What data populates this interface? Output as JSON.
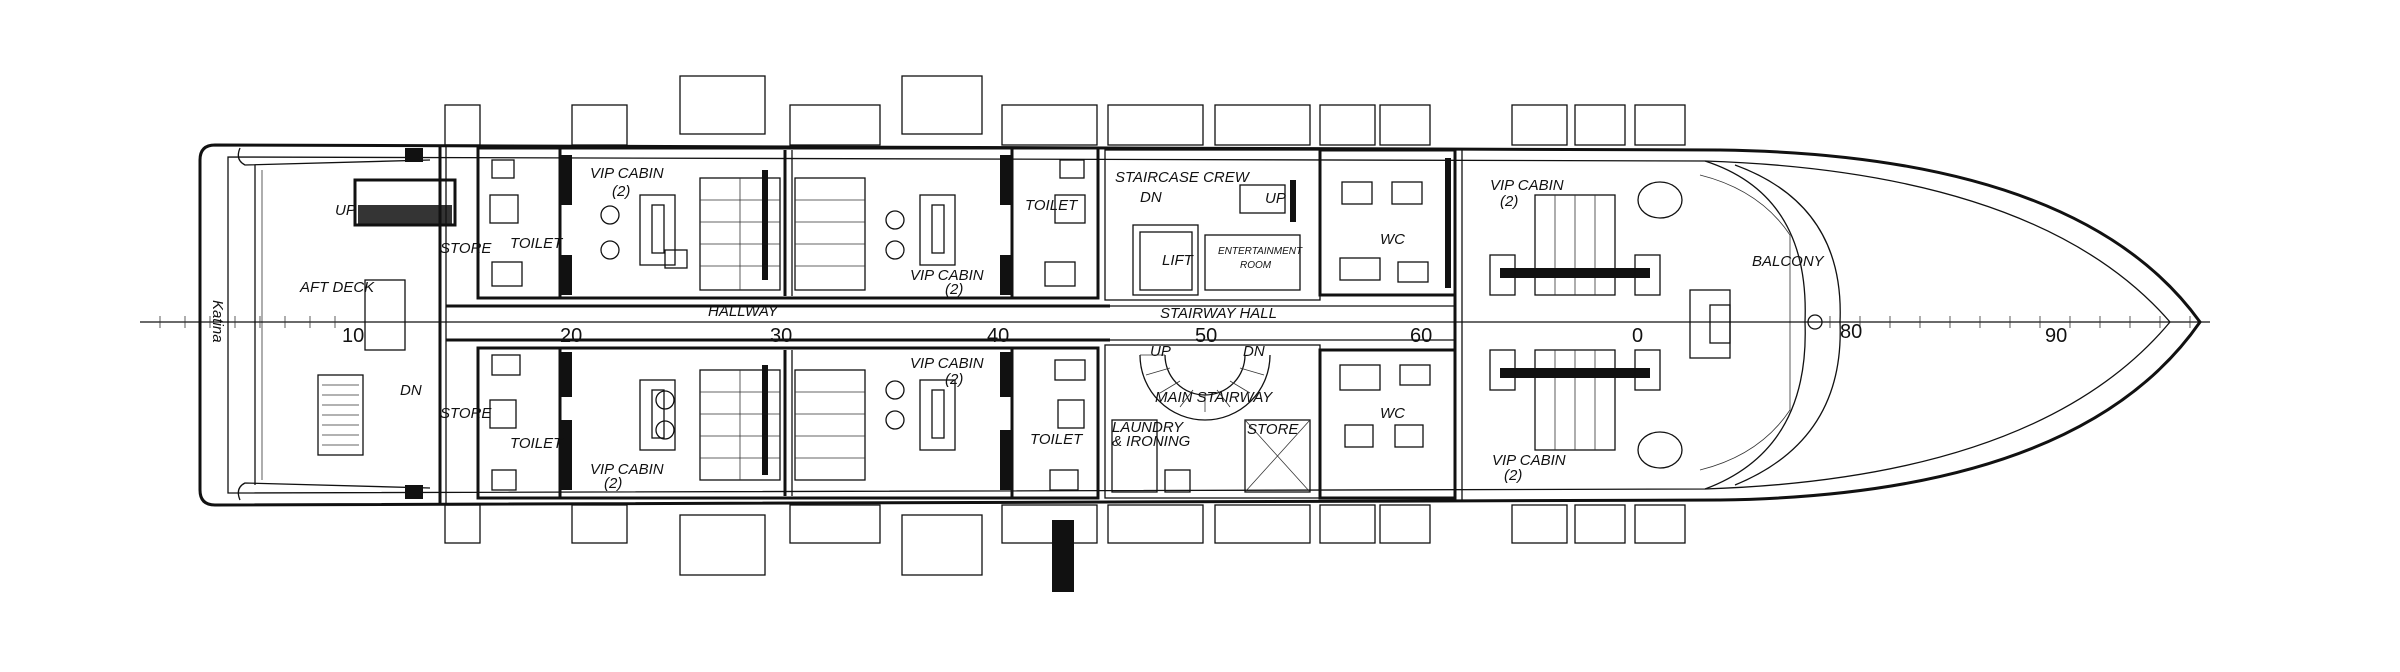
{
  "vessel": {
    "name": "Katina"
  },
  "axis": {
    "ticks": [
      "10",
      "20",
      "30",
      "40",
      "50",
      "60",
      "0",
      "80",
      "90"
    ]
  },
  "labels": {
    "up_aft": "UP",
    "dn_aft": "DN",
    "aft_deck": "AFT DECK",
    "store_top": "STORE",
    "store_bottom": "STORE",
    "toilet_1": "TOILET",
    "toilet_2": "TOILET",
    "toilet_3": "TOILET",
    "toilet_4": "TOILET",
    "vip_cabin": "VIP CABIN",
    "vip_count": "(2)",
    "hallway": "HALLWAY",
    "staircase_crew": "STAIRCASE CREW",
    "crew_dn": "DN",
    "crew_up": "UP",
    "lift": "LIFT",
    "entertainment": "ENTERTAINMENT",
    "room": "ROOM",
    "stairway_hall": "STAIRWAY HALL",
    "main_stairway": "MAIN STAIRWAY",
    "stair_up": "UP",
    "stair_dn": "DN",
    "laundry": "LAUNDRY",
    "ironing": "& IRONING",
    "store_mid": "STORE",
    "wc": "WC",
    "balcony": "BALCONY"
  }
}
